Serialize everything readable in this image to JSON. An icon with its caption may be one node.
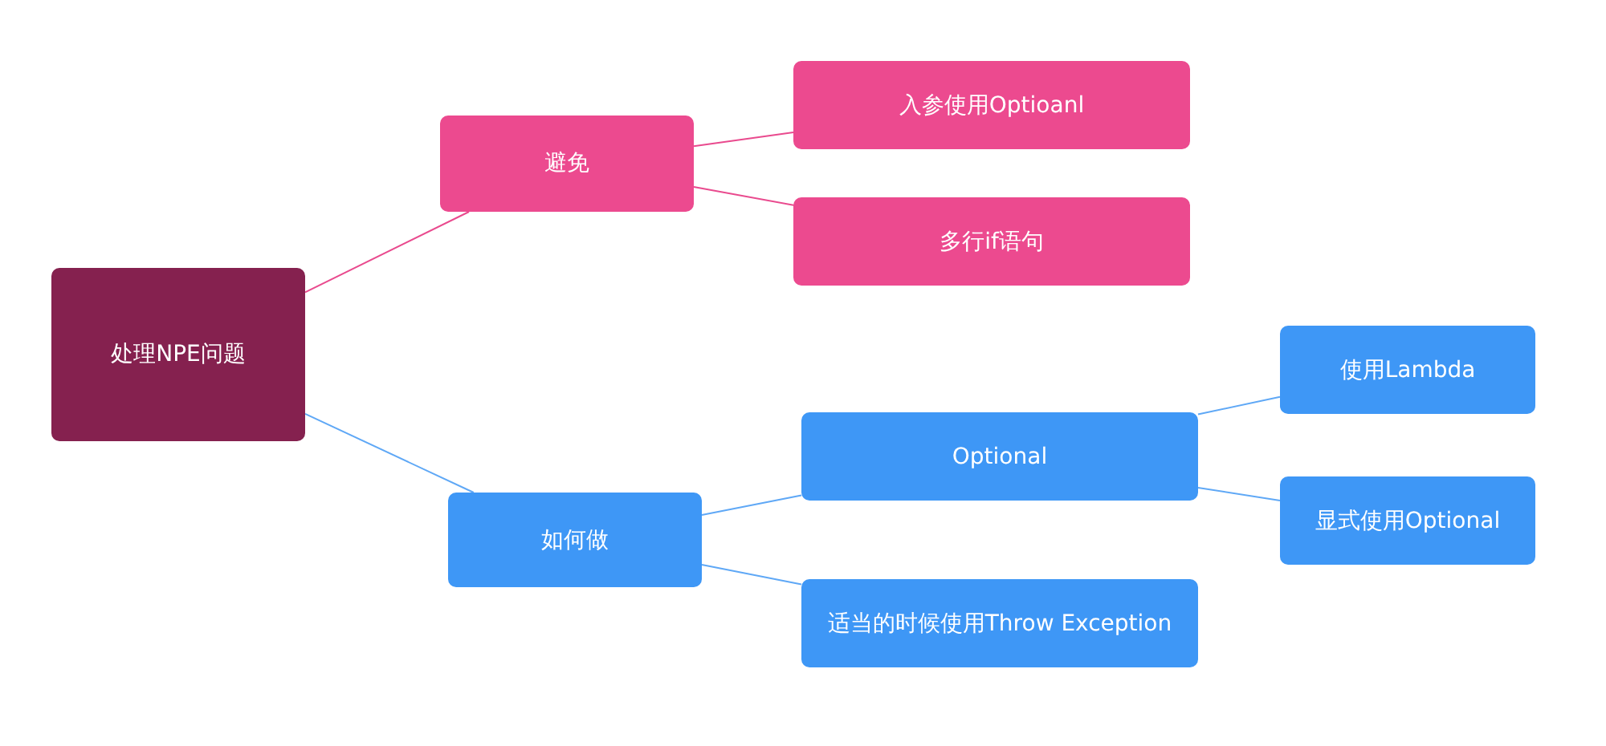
{
  "diagram": {
    "nodes": [
      {
        "text": [
          "处理NPE问题"
        ]
      },
      {
        "text": [
          "避免"
        ]
      },
      {
        "text": [
          "入参使用Optioanl"
        ]
      },
      {
        "text": [
          "多行if语句"
        ]
      },
      {
        "text": [
          "如何做"
        ]
      },
      {
        "text": [
          "Optional"
        ]
      },
      {
        "text": [
          "使用Lambda"
        ]
      },
      {
        "text": [
          "显式使用Optional"
        ]
      },
      {
        "text": [
          "适当的时候使用Throw Exception"
        ]
      }
    ],
    "edges": [
      {
        "from": 0,
        "to": 1,
        "arrow": "none",
        "color": "#e94a8e"
      },
      {
        "from": 1,
        "to": 2,
        "arrow": "none",
        "color": "#e94a8e"
      },
      {
        "from": 1,
        "to": 3,
        "arrow": "none",
        "color": "#e94a8e"
      },
      {
        "from": 0,
        "to": 4,
        "arrow": "none"
      },
      {
        "from": 4,
        "to": 5,
        "arrow": "none"
      },
      {
        "from": 4,
        "to": 8,
        "arrow": "none"
      },
      {
        "from": 5,
        "to": 6,
        "arrow": "none"
      },
      {
        "from": 5,
        "to": 7,
        "arrow": "none"
      }
    ]
  }
}
